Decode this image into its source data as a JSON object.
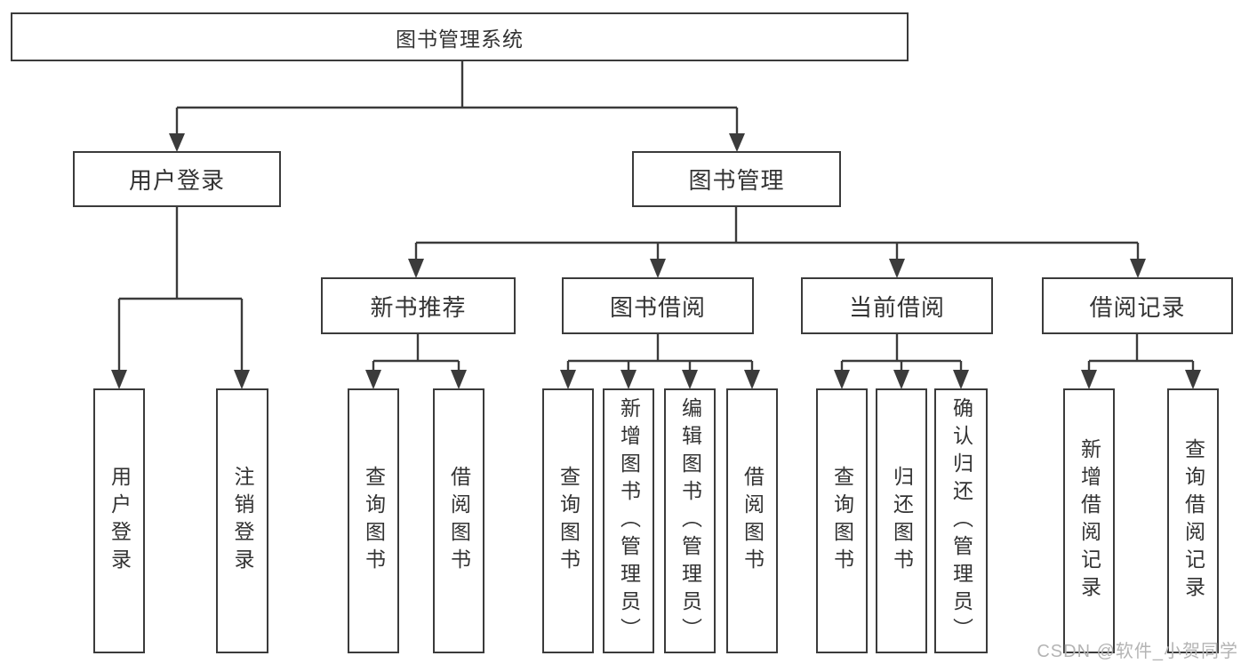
{
  "diagram_title": "图书管理系统",
  "tree": {
    "label": "图书管理系统",
    "children": [
      {
        "label": "用户登录",
        "children": [
          {
            "label": "用户登录"
          },
          {
            "label": "注销登录"
          }
        ]
      },
      {
        "label": "图书管理",
        "children": [
          {
            "label": "新书推荐",
            "children": [
              {
                "label": "查询图书"
              },
              {
                "label": "借阅图书"
              }
            ]
          },
          {
            "label": "图书借阅",
            "children": [
              {
                "label": "查询图书"
              },
              {
                "label": "新增图书（管理员）"
              },
              {
                "label": "编辑图书（管理员）"
              },
              {
                "label": "借阅图书"
              }
            ]
          },
          {
            "label": "当前借阅",
            "children": [
              {
                "label": "查询图书"
              },
              {
                "label": "归还图书"
              },
              {
                "label": "确认归还（管理员）"
              }
            ]
          },
          {
            "label": "借阅记录",
            "children": [
              {
                "label": "新增借阅记录"
              },
              {
                "label": "查询借阅记录"
              }
            ]
          }
        ]
      }
    ]
  },
  "watermark": {
    "text": "CSDN @软件_小贺同学"
  },
  "colors": {
    "line": "#3b3b3b",
    "box_border": "#3b3b3b",
    "box_fill": "#ffffff",
    "background": "#ffffff",
    "watermark": "#b4b4b4",
    "text": "#333333"
  }
}
